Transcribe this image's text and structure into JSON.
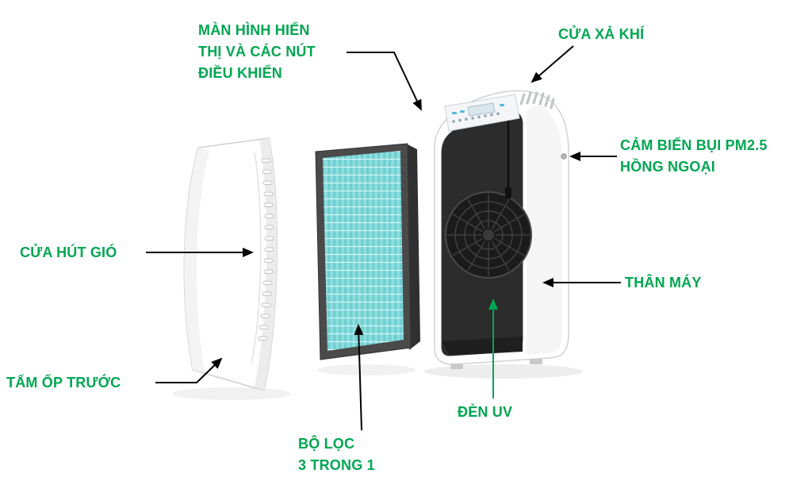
{
  "diagram": {
    "subject": "air-purifier-exploded-view",
    "accent_color": "#00a651",
    "arrow_color": "#000000",
    "filter_color": "#8edede",
    "labels": {
      "display_controls": {
        "lines": [
          "MÀN HÌNH HIỂN",
          "THỊ VÀ CÁC NÚT",
          "ĐIỀU KHIỂN"
        ]
      },
      "air_outlet": {
        "lines": [
          "CỬA XẢ KHÍ"
        ]
      },
      "dust_sensor": {
        "lines": [
          "CẢM BIẾN BỤI PM2.5",
          "HỒNG NGOẠI"
        ]
      },
      "machine_body": {
        "lines": [
          "THÂN MÁY"
        ]
      },
      "uv_lamp": {
        "lines": [
          "ĐÈN UV"
        ]
      },
      "filter": {
        "lines": [
          "BỘ LỌC",
          "3 TRONG 1"
        ]
      },
      "front_cover": {
        "lines": [
          "TẤM ỐP TRƯỚC"
        ]
      },
      "air_intake": {
        "lines": [
          "CỬA HÚT GIÓ"
        ]
      }
    }
  }
}
